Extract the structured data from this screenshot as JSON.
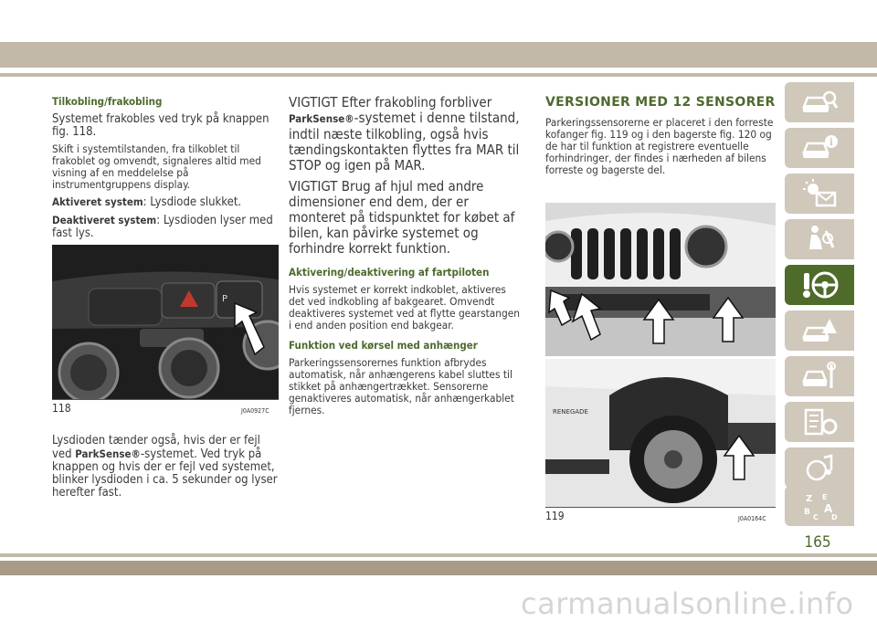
{
  "col1": {
    "heading": "Tilkobling/frakobling",
    "p1": "Systemet frakobles ved tryk på knappen fig. 118.",
    "p2": "Skift i systemtilstanden, fra tilkoblet til frakoblet og omvendt, signaleres altid med visning af en meddelelse på instrumentgruppens display.",
    "p3_label": "Aktiveret system",
    "p3_text": ": Lysdiode slukket.",
    "p4_label": "Deaktiveret system",
    "p4_text": ": Lysdioden lyser med fast lys.",
    "fig_num": "118",
    "fig_code": "J0A0927C",
    "p5a": "Lysdioden tænder også, hvis der er fejl ved ",
    "p5_brand": "ParkSense®",
    "p5b": "-systemet. Ved tryk på knappen og hvis der er fejl ved systemet, blinker lysdioden i ca. 5 sekunder og lyser herefter fast."
  },
  "col2": {
    "p1a": "VIGTIGT Efter frakobling forbliver ",
    "p1_brand": "ParkSense®",
    "p1b": "-systemet i denne tilstand, indtil næste tilkobling, også hvis tændingskontakten flyttes fra MAR til STOP og igen på MAR.",
    "p2": "VIGTIGT Brug af hjul med andre dimensioner end dem, der er monteret på tidspunktet for købet af bilen, kan påvirke systemet og forhindre korrekt funktion.",
    "h2": "Aktivering/deaktivering af fartpiloten",
    "p3": "Hvis systemet er korrekt indkoblet, aktiveres det ved indkobling af bakgearet. Omvendt deaktiveres systemet ved at flytte gearstangen i end anden position end bakgear.",
    "h3": "Funktion ved kørsel med anhænger",
    "p4": "Parkeringssensorernes funktion afbrydes automatisk, når anhængerens kabel sluttes til stikket på anhængertrækket. Sensorerne genaktiveres automatisk, når anhængerkablet fjernes."
  },
  "col3": {
    "heading": "VERSIONER MED 12 SENSORER",
    "p1": "Parkeringssensorerne er placeret i den forreste kofanger fig. 119 og i den bagerste fig. 120 og de har til funktion at registrere eventuelle forhindringer, der findes i nærheden af bilens forreste og bagerste del.",
    "fig_num": "119",
    "fig_code": "J0A0164C"
  },
  "page_number": "165",
  "watermark": "carmanualsonline.info",
  "sidebar_icons": [
    "car-search-icon",
    "car-info-icon",
    "warning-lights-icon",
    "airbag-seat-icon",
    "steering-wheel-key-icon",
    "emergency-icon",
    "car-service-icon",
    "specs-gear-icon",
    "media-icon",
    "index-letters-icon"
  ],
  "colors": {
    "accent": "#4f6b2a",
    "band": "#c2b9a9",
    "tab": "#cfc8bb"
  }
}
